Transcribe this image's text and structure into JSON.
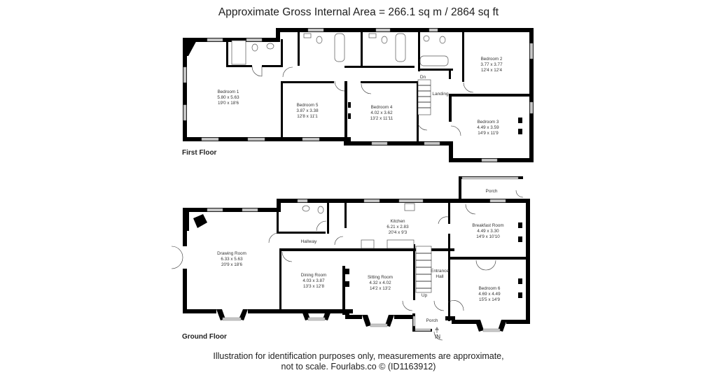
{
  "header": {
    "title": "Approximate Gross Internal Area = 266.1 sq m / 2864 sq ft"
  },
  "floors": {
    "first": {
      "label": "First Floor",
      "rooms": [
        {
          "name": "Bedroom 1",
          "metric": "5.80 x 5.63",
          "imperial": "19'0 x 18'6"
        },
        {
          "name": "Bedroom 5",
          "metric": "3.87 x 3.38",
          "imperial": "12'8 x 11'1"
        },
        {
          "name": "Bedroom 4",
          "metric": "4.02 x 3.62",
          "imperial": "13'2 x 11'11"
        },
        {
          "name": "Bedroom 2",
          "metric": "3.77 x 3.77",
          "imperial": "12'4 x 12'4"
        },
        {
          "name": "Bedroom 3",
          "metric": "4.49 x 3.59",
          "imperial": "14'9 x 11'9"
        }
      ],
      "labels": {
        "landing": "Landing",
        "dn": "Dn"
      }
    },
    "ground": {
      "label": "Ground Floor",
      "rooms": [
        {
          "name": "Drawing Room",
          "metric": "6.33 x 5.63",
          "imperial": "20'9 x 18'6"
        },
        {
          "name": "Dining Room",
          "metric": "4.03 x 3.87",
          "imperial": "13'3 x 12'8"
        },
        {
          "name": "Kitchen",
          "metric": "6.21 x 2.83",
          "imperial": "20'4 x 9'3"
        },
        {
          "name": "Sitting Room",
          "metric": "4.32 x 4.02",
          "imperial": "14'2 x 13'2"
        },
        {
          "name": "Breakfast Room",
          "metric": "4.49 x 3.30",
          "imperial": "14'9 x 10'10"
        },
        {
          "name": "Bedroom 6",
          "metric": "4.69 x 4.49",
          "imperial": "15'5 x 14'9"
        }
      ],
      "labels": {
        "hallway": "Hallway",
        "entrance_1": "Entrance",
        "entrance_2": "Hall",
        "porch_rear": "Porch",
        "porch_front": "Porch",
        "up": "Up",
        "in": "IN"
      }
    }
  },
  "footer": {
    "line1": "Illustration for identification purposes only, measurements are approximate,",
    "line2": "not to scale. Fourlabs.co © (ID1163912)"
  }
}
